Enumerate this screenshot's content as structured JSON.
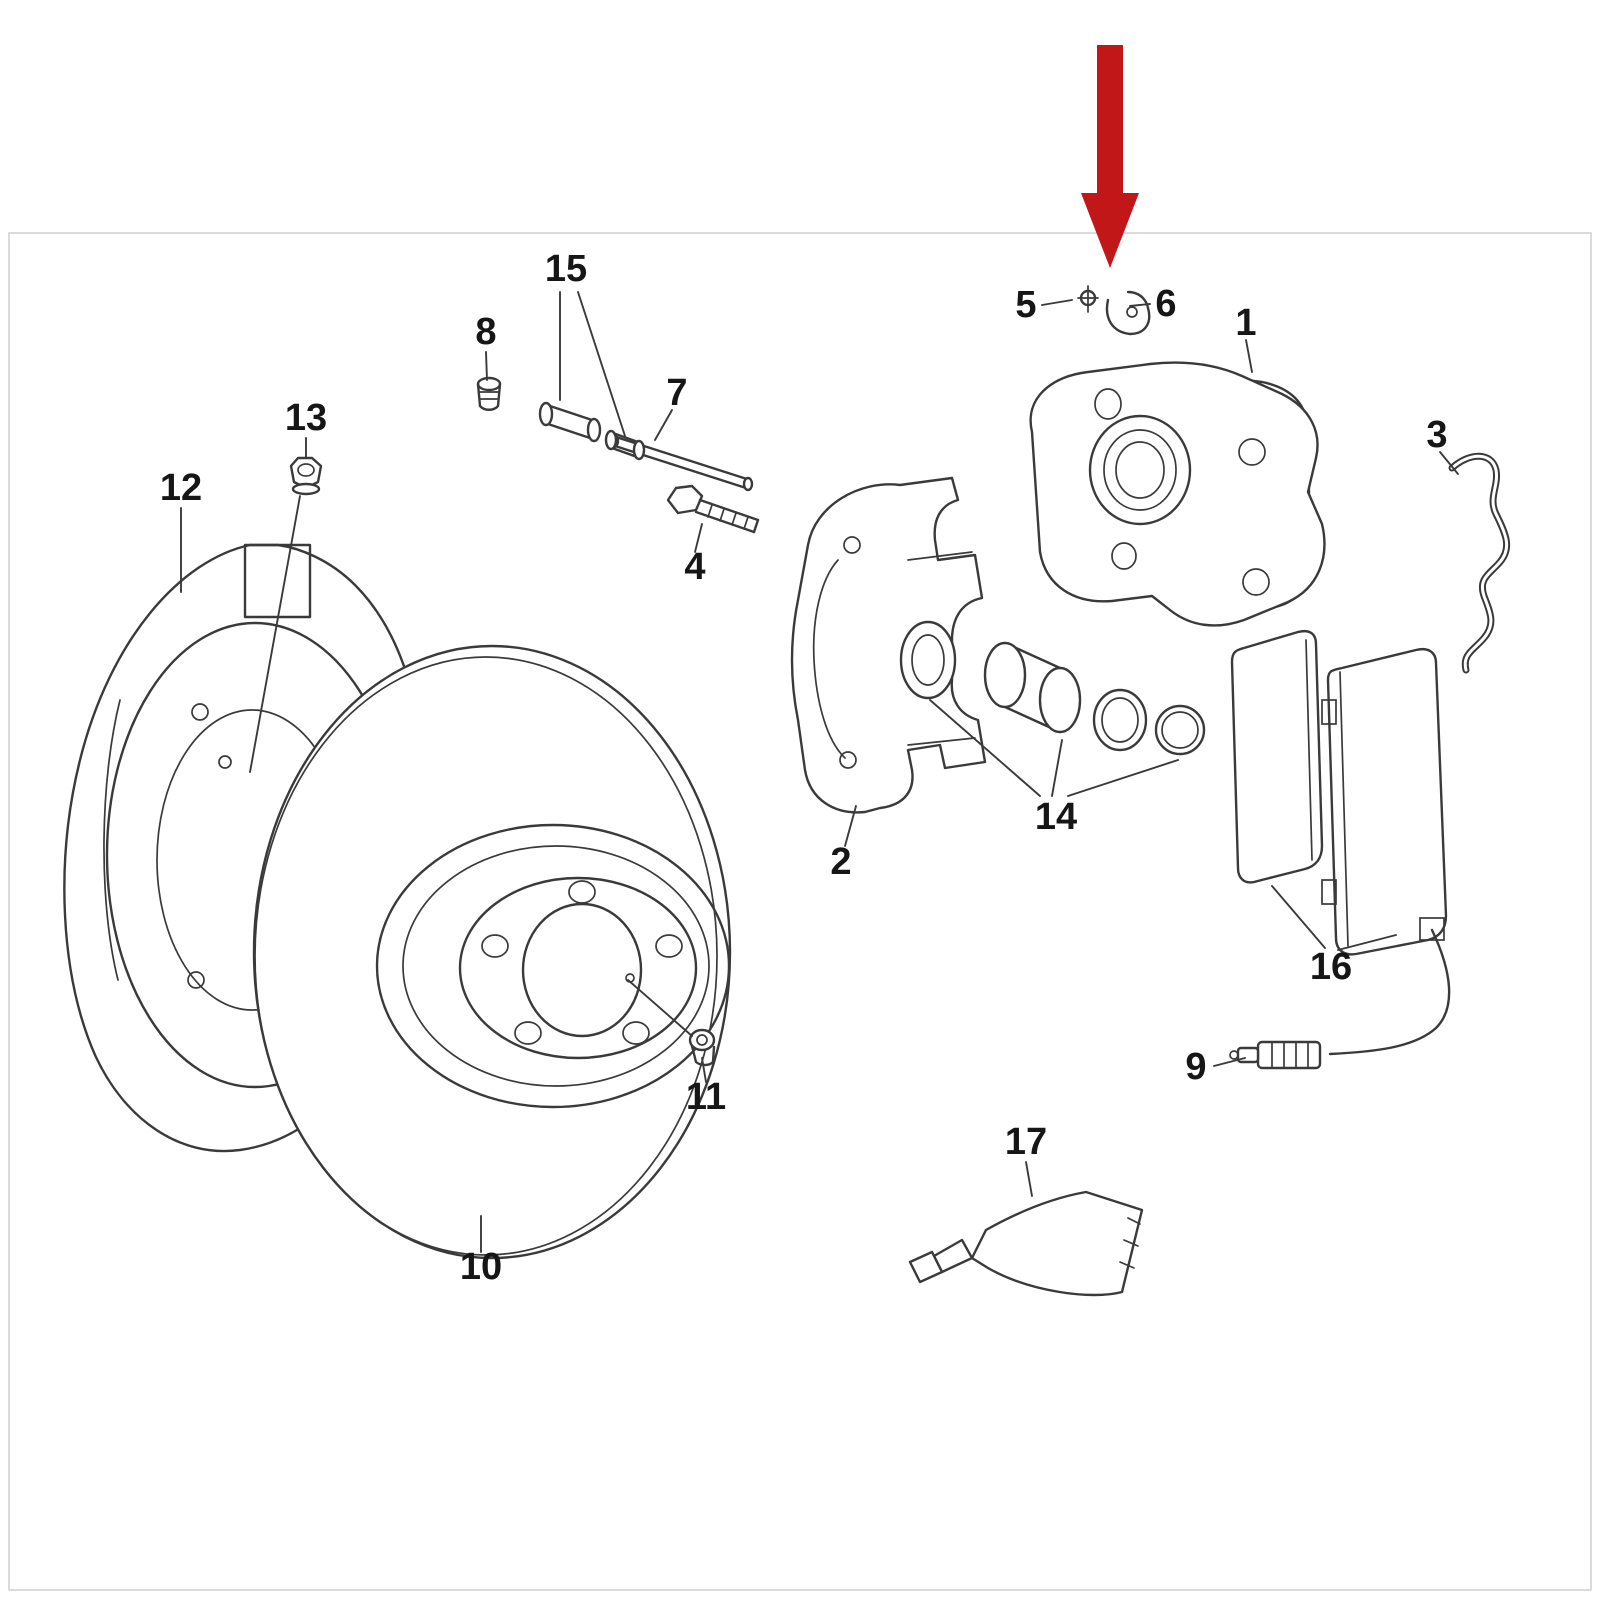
{
  "page": {
    "background": "#ffffff",
    "frame_color": "#cfcfcf"
  },
  "diagram": {
    "line_color": "#3a3a3a",
    "label_color": "#161616",
    "arrow_color": "#c21718",
    "parts": [
      {
        "number": "1",
        "name": "brake-caliper"
      },
      {
        "number": "2",
        "name": "caliper-carrier"
      },
      {
        "number": "3",
        "name": "retaining-spring"
      },
      {
        "number": "4",
        "name": "mounting-bolt"
      },
      {
        "number": "5",
        "name": "bleeder-valve"
      },
      {
        "number": "6",
        "name": "bleeder-cap"
      },
      {
        "number": "7",
        "name": "guide-pin"
      },
      {
        "number": "8",
        "name": "screw-plug"
      },
      {
        "number": "9",
        "name": "wear-sensor"
      },
      {
        "number": "10",
        "name": "brake-disc"
      },
      {
        "number": "11",
        "name": "set-screw"
      },
      {
        "number": "12",
        "name": "dust-shield"
      },
      {
        "number": "13",
        "name": "hex-bolt"
      },
      {
        "number": "14",
        "name": "piston-seal-kit"
      },
      {
        "number": "15",
        "name": "guide-bushing"
      },
      {
        "number": "16",
        "name": "brake-pad-set"
      },
      {
        "number": "17",
        "name": "lubricant-tube"
      }
    ]
  }
}
